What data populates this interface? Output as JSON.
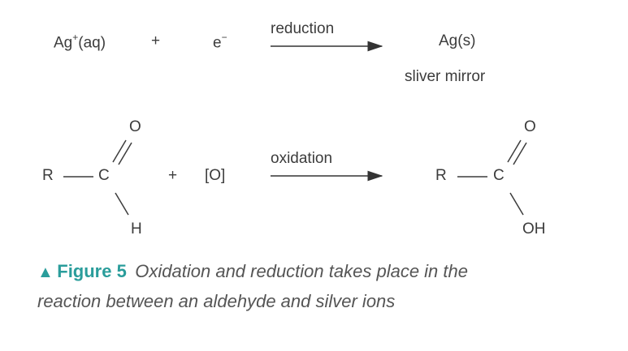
{
  "reaction1": {
    "reactant1": "Ag",
    "reactant1_charge": "+",
    "reactant1_state": "(aq)",
    "plus": "+",
    "reactant2": "e",
    "reactant2_charge": "−",
    "arrow_label": "reduction",
    "product": "Ag(s)",
    "product_note": "sliver mirror"
  },
  "reaction2": {
    "reactant": {
      "r": "R",
      "c": "C",
      "o": "O",
      "h": "H"
    },
    "plus": "+",
    "oxidant": "[O]",
    "arrow_label": "oxidation",
    "product": {
      "r": "R",
      "c": "C",
      "o": "O",
      "oh": "OH"
    }
  },
  "caption": {
    "icon": "triangle-up",
    "title": "Figure 5",
    "line1": "Oxidation and reduction takes place in the",
    "line2": "reaction between an aldehyde and silver ions",
    "accent_color": "#2a9d9b"
  }
}
